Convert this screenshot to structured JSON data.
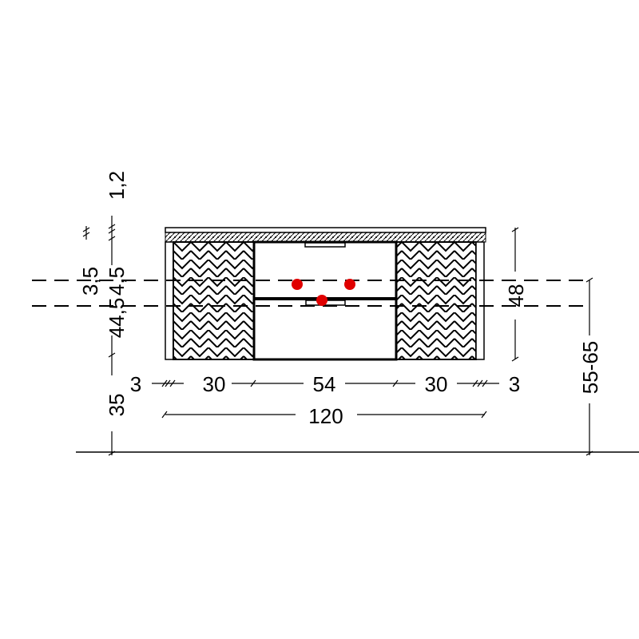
{
  "drawing": {
    "widths": {
      "side_left": "3",
      "cab_left": "30",
      "center": "54",
      "cab_right": "30",
      "side_right": "3",
      "total": "120"
    },
    "heights": {
      "top": "1,2",
      "slab": "3,5",
      "drawer_gap": "4,5",
      "drawer": "44,5",
      "floor_clearance": "35",
      "body": "48",
      "mount_height": "55-65"
    },
    "colors": {
      "line": "#000000",
      "marker": "#e00000"
    }
  }
}
